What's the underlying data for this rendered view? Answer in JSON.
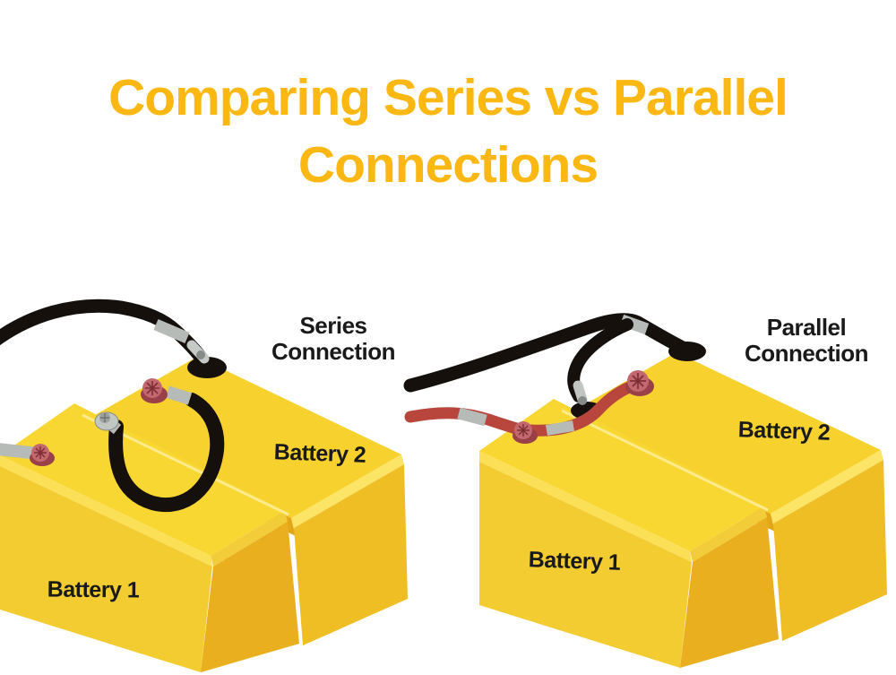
{
  "title": {
    "line1": "Comparing Series vs Parallel",
    "line2": "Connections"
  },
  "panels": [
    {
      "id": "series",
      "heading": {
        "line1": "Series",
        "line2": "Connection"
      },
      "battery1_label": "Battery 1",
      "battery2_label": "Battery 2",
      "wiring_note": "single black jumper cable looping between the two inner terminals"
    },
    {
      "id": "parallel",
      "heading": {
        "line1": "Parallel",
        "line2": "Connection"
      },
      "battery1_label": "Battery 1",
      "battery2_label": "Battery 2",
      "wiring_note": "black jumper between negative terminals and red jumper between positive terminals"
    }
  ],
  "colors": {
    "background": "#FFFFFF",
    "title_text": "#FBB712",
    "label_text": "#1A1A1A",
    "battery_top": "#F7D22E",
    "battery_lid_edge": "#FBE057",
    "battery_front": "#F2CC30",
    "battery_side": "#E9AF1E",
    "cable_black": "#15100C",
    "cable_red": "#B8463C",
    "connector_grey": "#B7BBB7",
    "terminal_red": "#C4686F"
  }
}
